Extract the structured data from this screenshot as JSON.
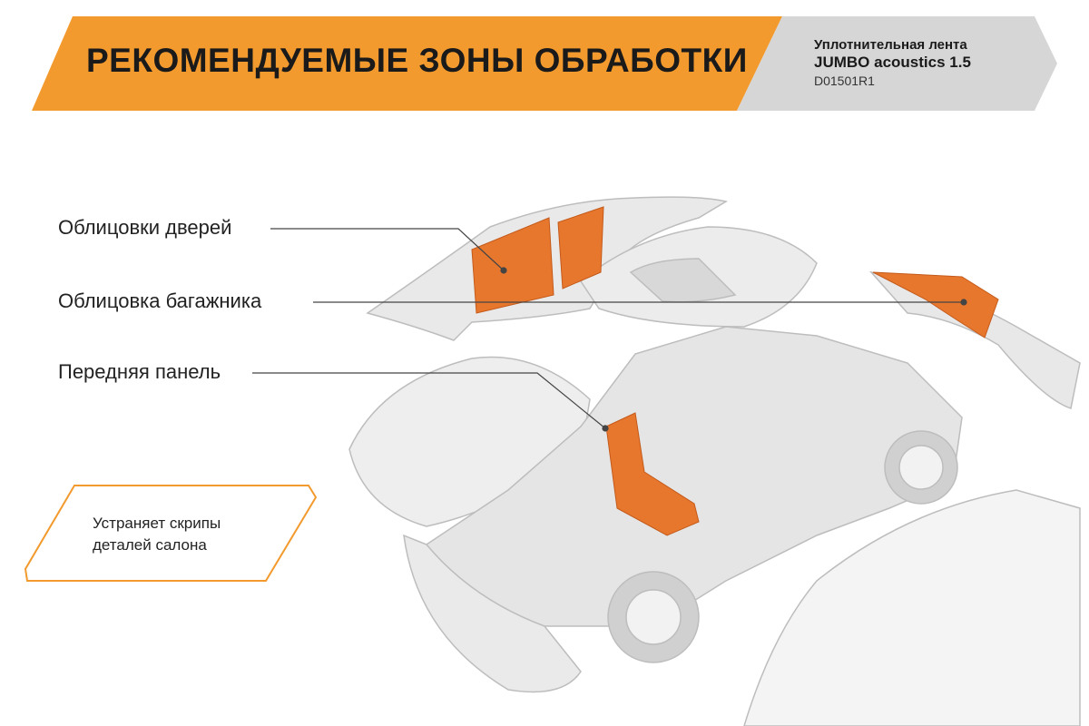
{
  "header": {
    "title": "РЕКОМЕНДУЕМЫЕ ЗОНЫ ОБРАБОТКИ",
    "product_line1": "Уплотнительная лента",
    "product_line2": "JUMBO acoustics 1.5",
    "product_code": "D01501R1"
  },
  "labels": {
    "doors": "Облицовки дверей",
    "trunk": "Облицовка багажника",
    "front_panel": "Передняя панель"
  },
  "callout": {
    "line1": "Устраняет скрипы",
    "line2": "деталей салона"
  },
  "colors": {
    "accent": "#f39a2e",
    "header_gray": "#d6d6d6",
    "zone": "#e8772e",
    "body": "#e4e4e4"
  }
}
